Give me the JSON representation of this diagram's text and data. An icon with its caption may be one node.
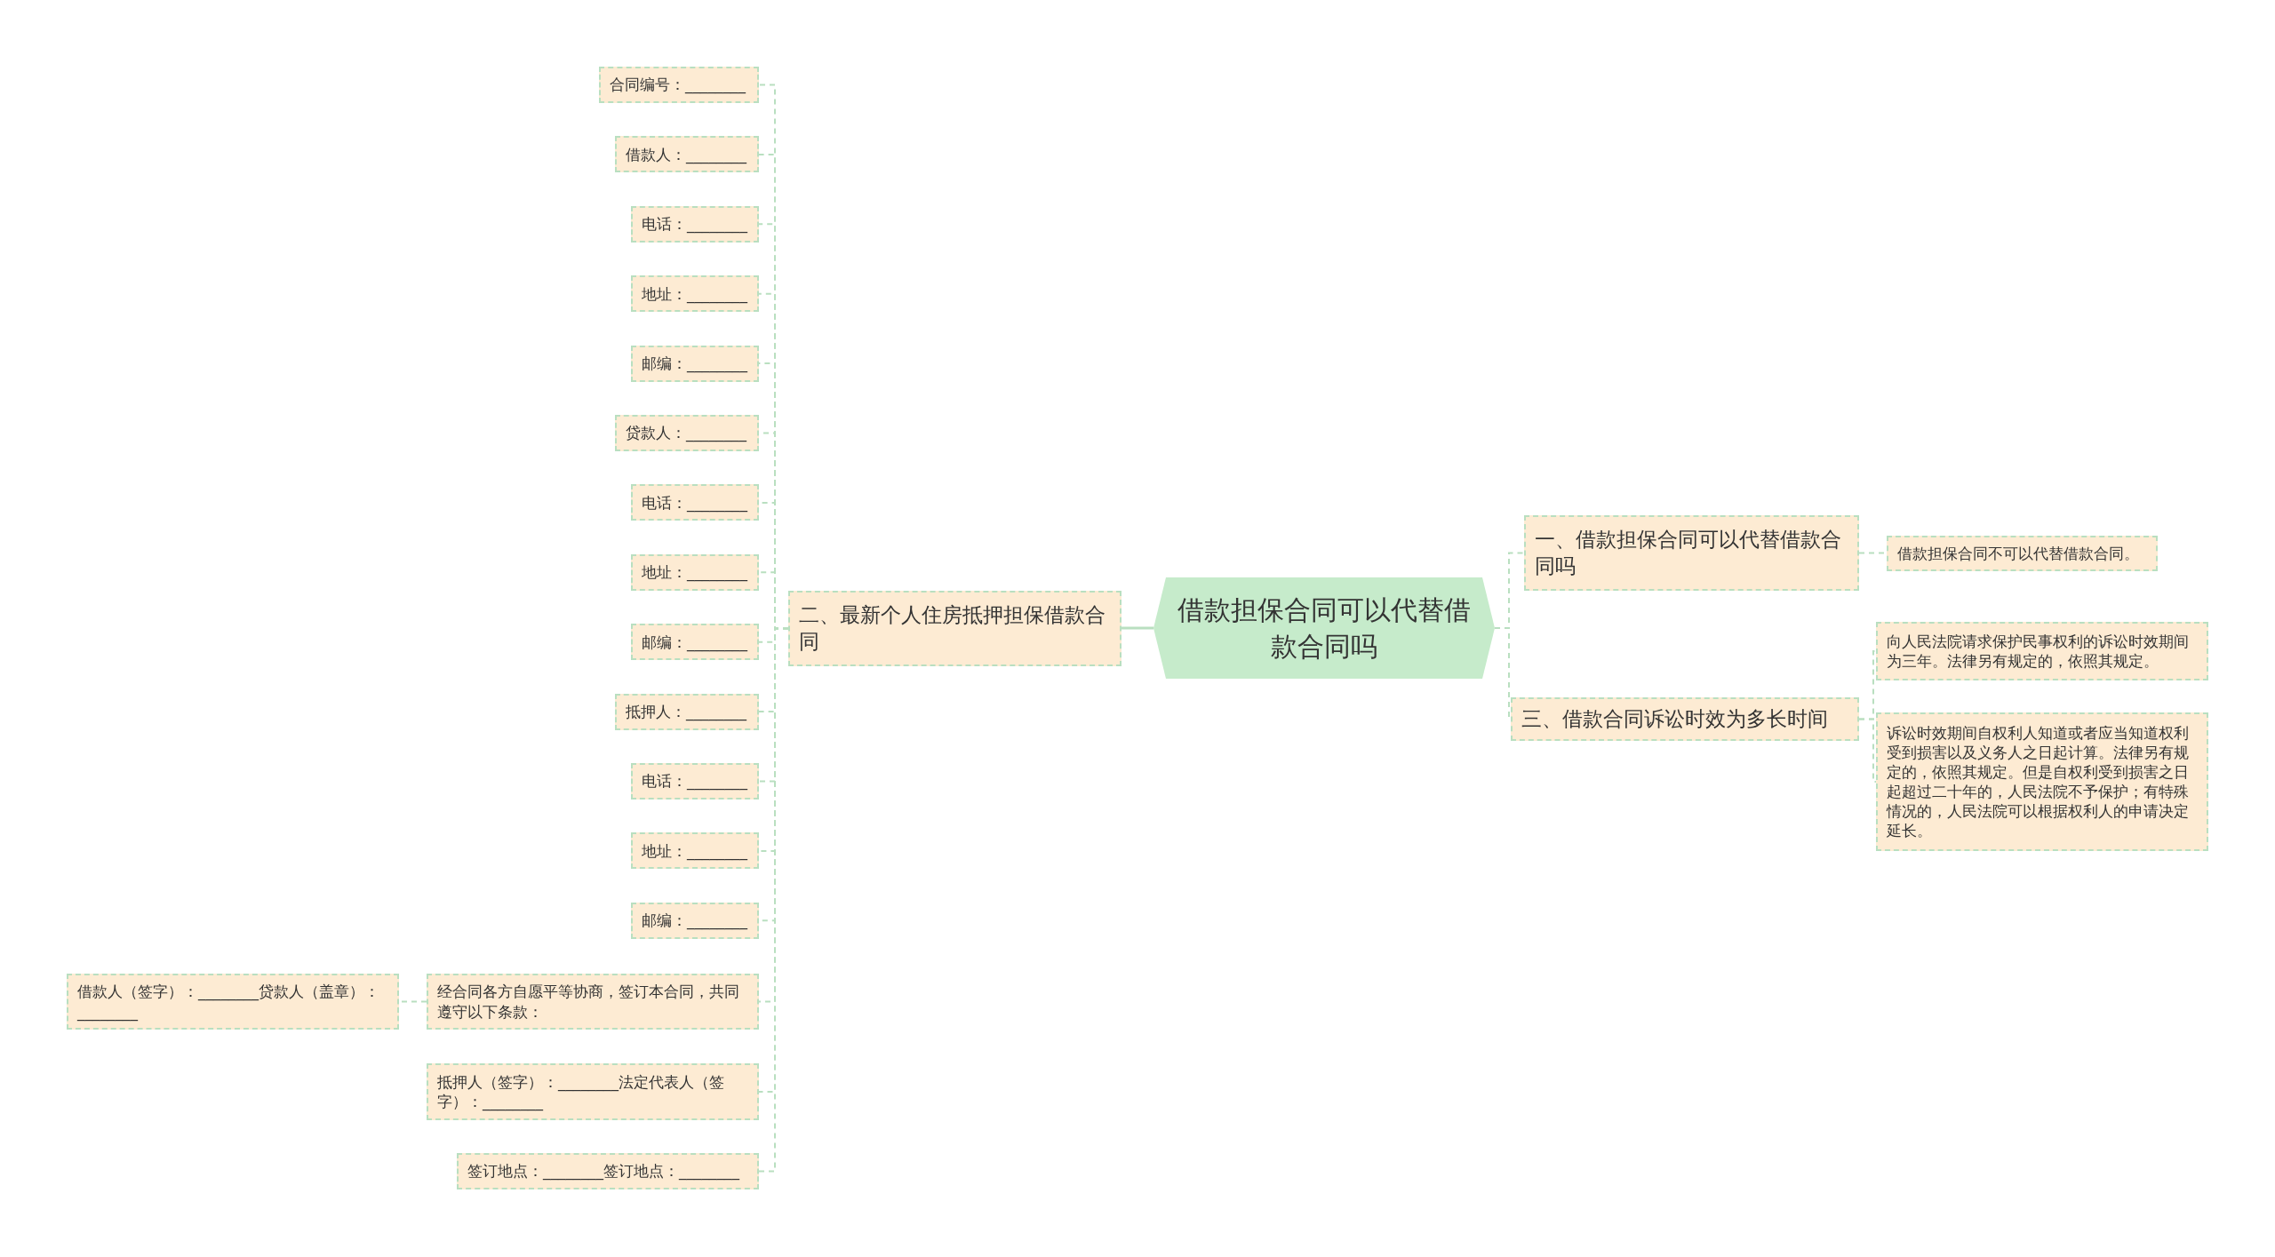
{
  "diagram": {
    "nodes": [
      {
        "text": [
          "借款担保合同可以代替借款合同吗"
        ]
      },
      {
        "text": [
          "二、最新个人住房抵押担保借款合同"
        ]
      },
      {
        "text": [
          "合同编号：________"
        ]
      },
      {
        "text": [
          "借款人：________"
        ]
      },
      {
        "text": [
          "电话：________"
        ]
      },
      {
        "text": [
          "地址：________"
        ]
      },
      {
        "text": [
          "邮编：________"
        ]
      },
      {
        "text": [
          "贷款人：________"
        ]
      },
      {
        "text": [
          "电话：________"
        ]
      },
      {
        "text": [
          "地址：________"
        ]
      },
      {
        "text": [
          "邮编：________"
        ]
      },
      {
        "text": [
          "抵押人：________"
        ]
      },
      {
        "text": [
          "电话：________"
        ]
      },
      {
        "text": [
          "地址：________"
        ]
      },
      {
        "text": [
          "邮编：________"
        ]
      },
      {
        "text": [
          "经合同各方自愿平等协商，签订本合同，共同遵守以下条款："
        ]
      },
      {
        "text": [
          "借款人（签字）：________贷款人（盖章）：________"
        ]
      },
      {
        "text": [
          "抵押人（签字）：________法定代表人（签字）：________"
        ]
      },
      {
        "text": [
          "签订地点：________签订地点：________"
        ]
      },
      {
        "text": [
          "一、借款担保合同可以代替借款合同吗"
        ]
      },
      {
        "text": [
          "借款担保合同不可以代替借款合同。"
        ]
      },
      {
        "text": [
          "三、借款合同诉讼时效为多长时间"
        ]
      },
      {
        "text": [
          "向人民法院请求保护民事权利的诉讼时效期间为三年。法律另有规定的，依照其规定。"
        ]
      },
      {
        "text": [
          "诉讼时效期间自权利人知道或者应当知道权利受到损害以及义务人之日起计算。法律另有规定的，依照其规定。但是自权利受到损害之日起超过二十年的，人民法院不予保护；有特殊情况的，人民法院可以根据权利人的申请决定延长。"
        ]
      }
    ],
    "edges": [
      {
        "from": 0,
        "to": 1,
        "arrow": "none"
      },
      {
        "from": 1,
        "to": 2,
        "arrow": "none",
        "style": "dashed"
      },
      {
        "from": 1,
        "to": 3,
        "arrow": "none",
        "style": "dashed"
      },
      {
        "from": 1,
        "to": 4,
        "arrow": "none",
        "style": "dashed"
      },
      {
        "from": 1,
        "to": 5,
        "arrow": "none",
        "style": "dashed"
      },
      {
        "from": 1,
        "to": 6,
        "arrow": "none",
        "style": "dashed"
      },
      {
        "from": 1,
        "to": 7,
        "arrow": "none",
        "style": "dashed"
      },
      {
        "from": 1,
        "to": 8,
        "arrow": "none",
        "style": "dashed"
      },
      {
        "from": 1,
        "to": 9,
        "arrow": "none",
        "style": "dashed"
      },
      {
        "from": 1,
        "to": 10,
        "arrow": "none",
        "style": "dashed"
      },
      {
        "from": 1,
        "to": 11,
        "arrow": "none",
        "style": "dashed"
      },
      {
        "from": 1,
        "to": 12,
        "arrow": "none",
        "style": "dashed"
      },
      {
        "from": 1,
        "to": 13,
        "arrow": "none",
        "style": "dashed"
      },
      {
        "from": 1,
        "to": 14,
        "arrow": "none",
        "style": "dashed"
      },
      {
        "from": 1,
        "to": 15,
        "arrow": "none",
        "style": "dashed"
      },
      {
        "from": 15,
        "to": 16,
        "arrow": "none",
        "style": "dashed"
      },
      {
        "from": 1,
        "to": 17,
        "arrow": "none",
        "style": "dashed"
      },
      {
        "from": 1,
        "to": 18,
        "arrow": "none",
        "style": "dashed"
      },
      {
        "from": 0,
        "to": 19,
        "arrow": "none",
        "style": "dashed"
      },
      {
        "from": 19,
        "to": 20,
        "arrow": "none",
        "style": "dashed"
      },
      {
        "from": 0,
        "to": 21,
        "arrow": "none",
        "style": "dashed"
      },
      {
        "from": 21,
        "to": 22,
        "arrow": "none",
        "style": "dashed"
      },
      {
        "from": 21,
        "to": 23,
        "arrow": "none",
        "style": "dashed"
      }
    ]
  }
}
